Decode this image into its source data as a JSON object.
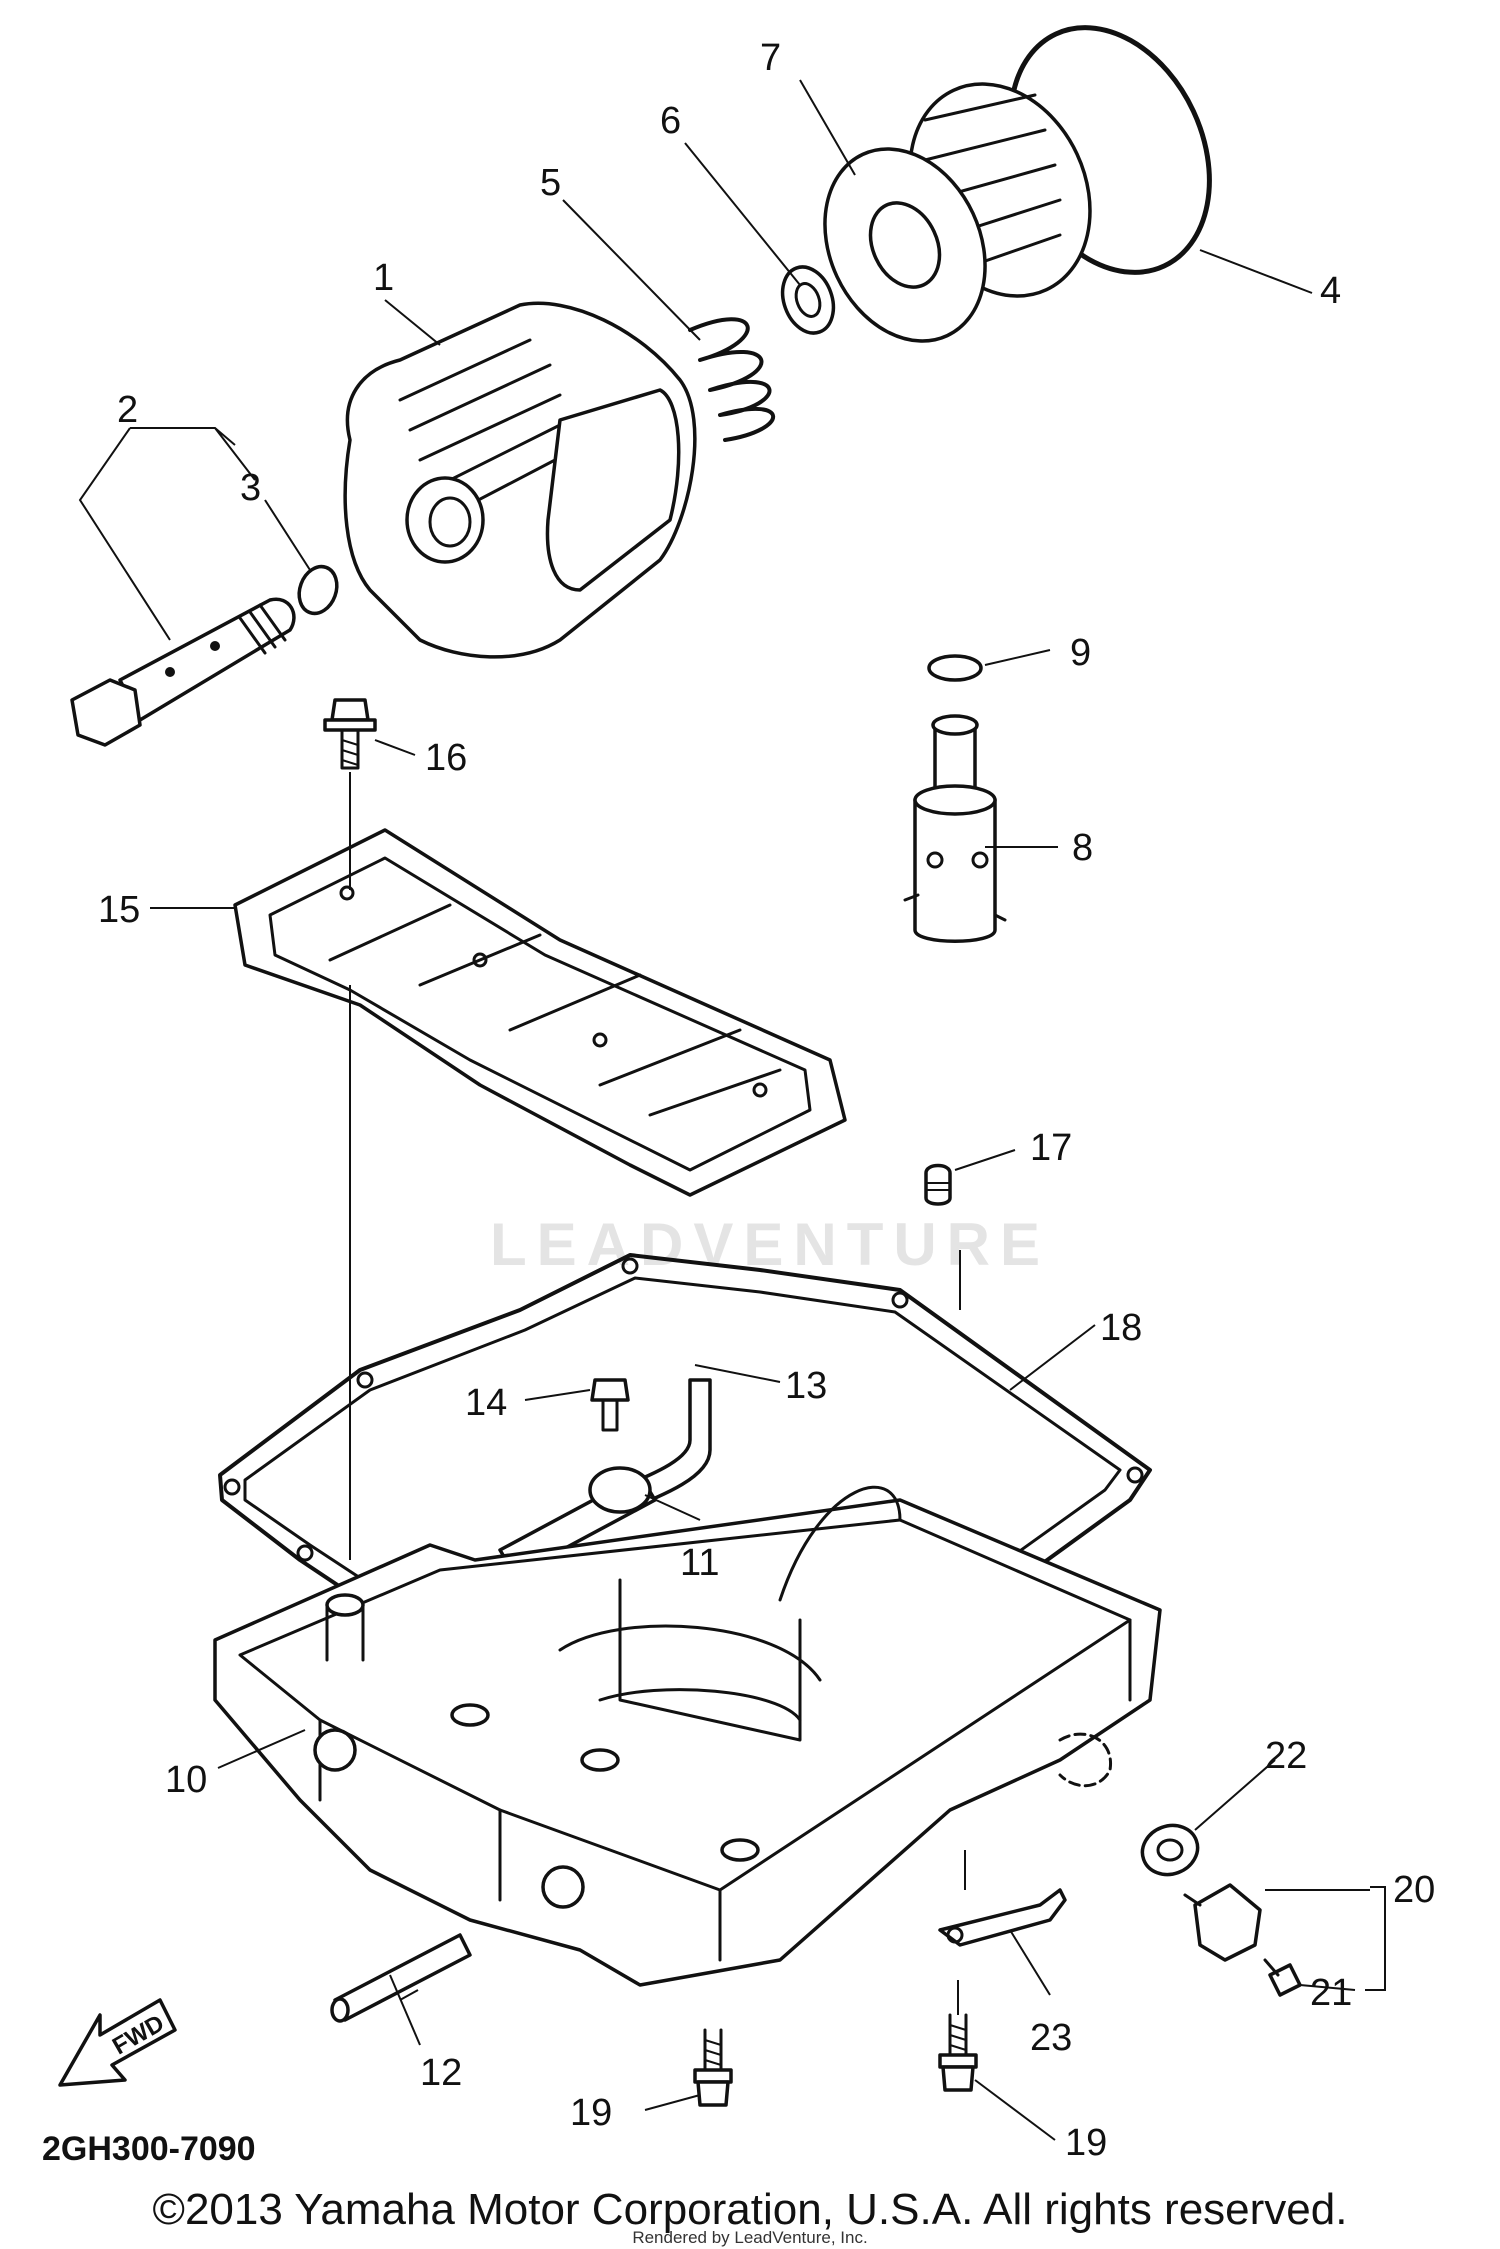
{
  "diagram": {
    "part_numbers": {
      "p1": "1",
      "p2": "2",
      "p3": "3",
      "p4": "4",
      "p5": "5",
      "p6": "6",
      "p7": "7",
      "p8": "8",
      "p9": "9",
      "p10": "10",
      "p11": "11",
      "p12": "12",
      "p13": "13",
      "p14": "14",
      "p15": "15",
      "p16": "16",
      "p17": "17",
      "p18": "18",
      "p19a": "19",
      "p19b": "19",
      "p20": "20",
      "p21": "21",
      "p22": "22",
      "p23": "23"
    },
    "fwd_label": "FWD",
    "diagram_code": "2GH300-7090",
    "watermark": "LEADVENTURE"
  },
  "footer": {
    "copyright": "©2013 Yamaha Motor Corporation, U.S.A. All rights reserved.",
    "rendered_by": "Rendered by LeadVenture, Inc."
  }
}
